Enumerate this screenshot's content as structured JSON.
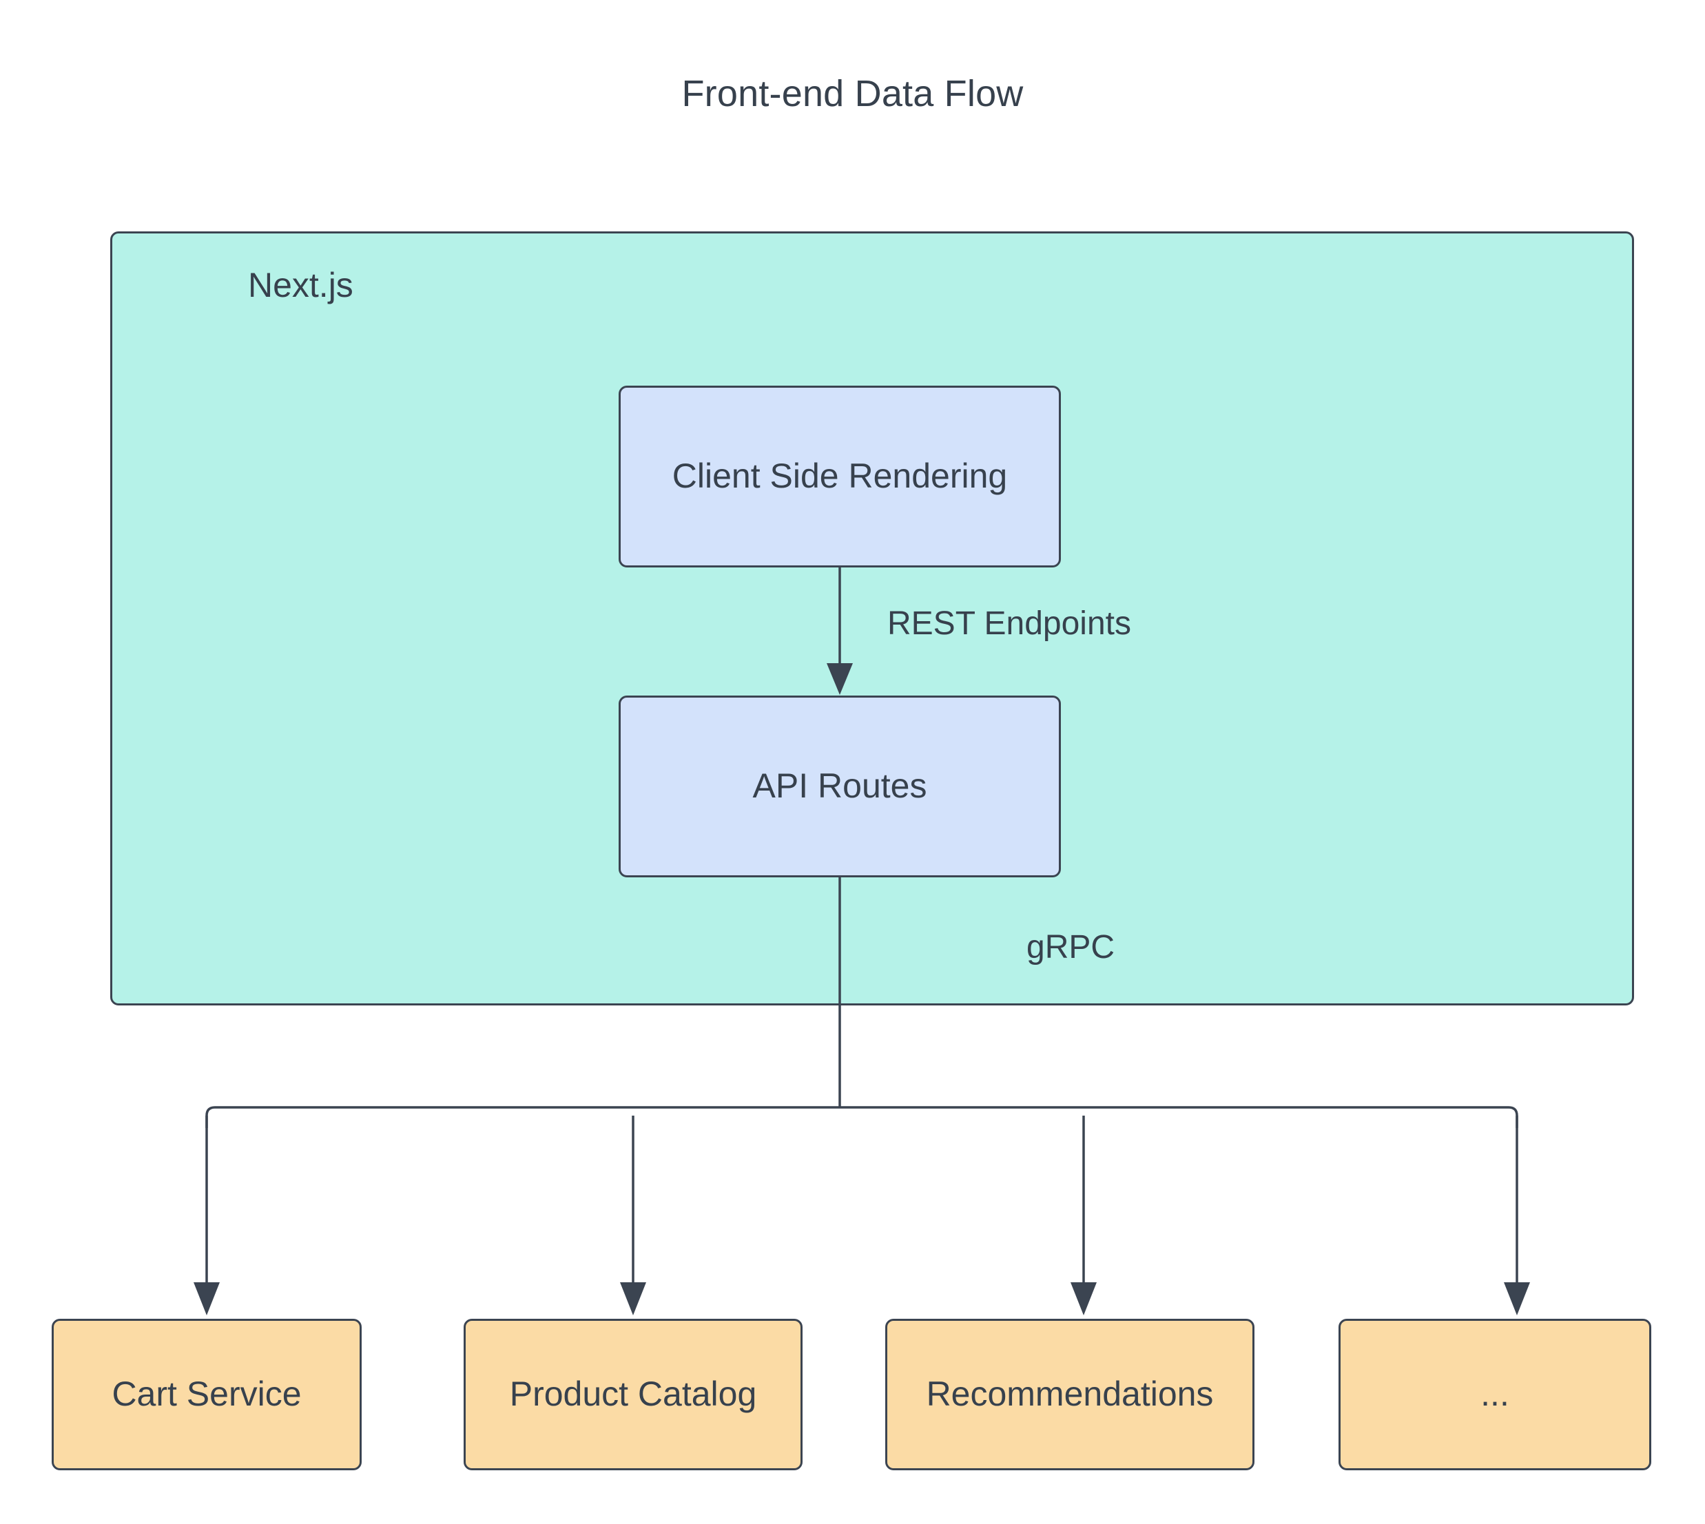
{
  "diagram": {
    "title": "Front-end Data Flow",
    "type": "flowchart",
    "background": "#ffffff",
    "text_color": "#37414d",
    "stroke_color": "#3b4451"
  },
  "cluster": {
    "label": "Next.js",
    "fill": "#b5f2e8",
    "border": "#3b4451"
  },
  "nodes": {
    "csr": {
      "label": "Client Side Rendering",
      "fill": "#d3e2fb"
    },
    "api": {
      "label": "API Routes",
      "fill": "#d3e2fb"
    },
    "cart": {
      "label": "Cart Service",
      "fill": "#fbdba5"
    },
    "catalog": {
      "label": "Product Catalog",
      "fill": "#fbdba5"
    },
    "recommendations": {
      "label": "Recommendations",
      "fill": "#fbdba5"
    },
    "ellipsis": {
      "label": "...",
      "fill": "#fbdba5"
    }
  },
  "edges": {
    "rest": {
      "label": "REST Endpoints",
      "from": "csr",
      "to": "api"
    },
    "grpc": {
      "label": "gRPC",
      "from": "api",
      "to": "services"
    }
  }
}
